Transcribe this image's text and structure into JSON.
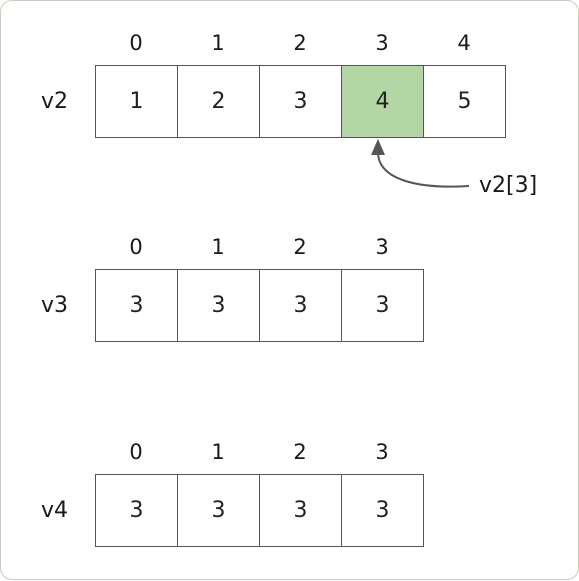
{
  "arrays": [
    {
      "id": "v2",
      "label": "v2",
      "indices": [
        "0",
        "1",
        "2",
        "3",
        "4"
      ],
      "values": [
        "1",
        "2",
        "3",
        "4",
        "5"
      ],
      "highlight_index": 3
    },
    {
      "id": "v3",
      "label": "v3",
      "indices": [
        "0",
        "1",
        "2",
        "3"
      ],
      "values": [
        "3",
        "3",
        "3",
        "3"
      ],
      "highlight_index": null
    },
    {
      "id": "v4",
      "label": "v4",
      "indices": [
        "0",
        "1",
        "2",
        "3"
      ],
      "values": [
        "3",
        "3",
        "3",
        "3"
      ],
      "highlight_index": null
    }
  ],
  "annotation": {
    "text": "v2[3]",
    "points_to": "v2",
    "index": 3
  },
  "colors": {
    "highlight_fill": "#b2d7a5",
    "cell_border": "#555555",
    "arrow": "#555555",
    "frame_border": "#c9ccb8"
  }
}
